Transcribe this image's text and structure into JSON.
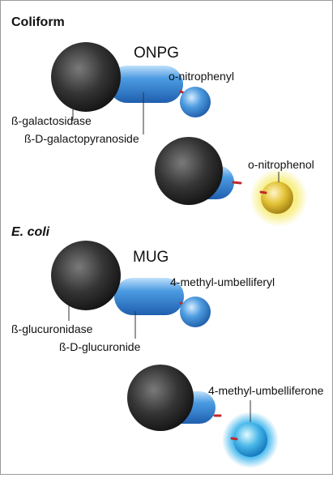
{
  "panels": [
    {
      "heading": "Coliform",
      "substrate": "ONPG",
      "enzyme_label": "ß-galactosidase",
      "substrate_label": "ß-D-galactopyranoside",
      "leaving_group": "o-nitrophenyl",
      "product": "o-nitrophenol",
      "product_color": "#e9cc3a",
      "glow_color": "#f4ec6e"
    },
    {
      "heading": "E. coli",
      "substrate": "MUG",
      "enzyme_label": "ß-glucuronidase",
      "substrate_label": "ß-D-glucuronide",
      "leaving_group": "4-methyl-umbelliferyl",
      "product": "4-methyl-umbelliferone",
      "product_color": "#4fb1e6",
      "glow_color": "#20a6e6"
    }
  ],
  "colors": {
    "enzyme": "#2a2a2a",
    "substrate": "#2f7fcc",
    "bond": "#c0282d"
  }
}
